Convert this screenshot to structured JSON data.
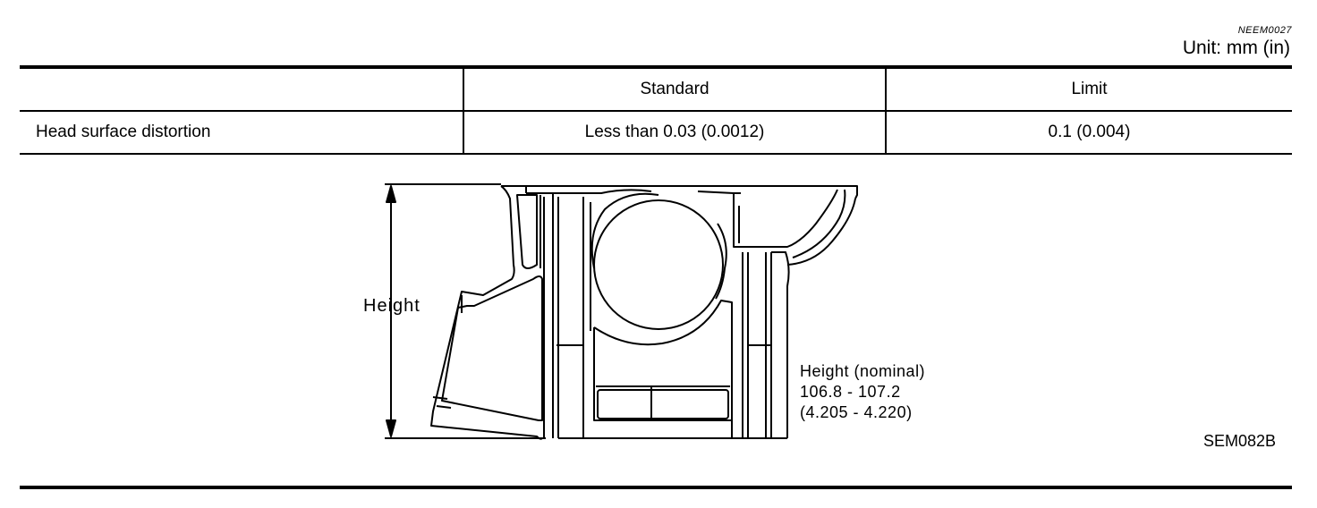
{
  "header": {
    "code": "NEEM0027",
    "unit": "Unit: mm (in)"
  },
  "table": {
    "columns": [
      "",
      "Standard",
      "Limit"
    ],
    "rows": [
      {
        "item": "Head surface distortion",
        "standard": "Less than 0.03 (0.0012)",
        "limit": "0.1 (0.004)"
      }
    ]
  },
  "figure": {
    "height_label": "Height",
    "nominal": {
      "line1": "Height (nominal)",
      "line2": "106.8 - 107.2",
      "line3": "(4.205 - 4.220)"
    },
    "code": "SEM082B"
  }
}
